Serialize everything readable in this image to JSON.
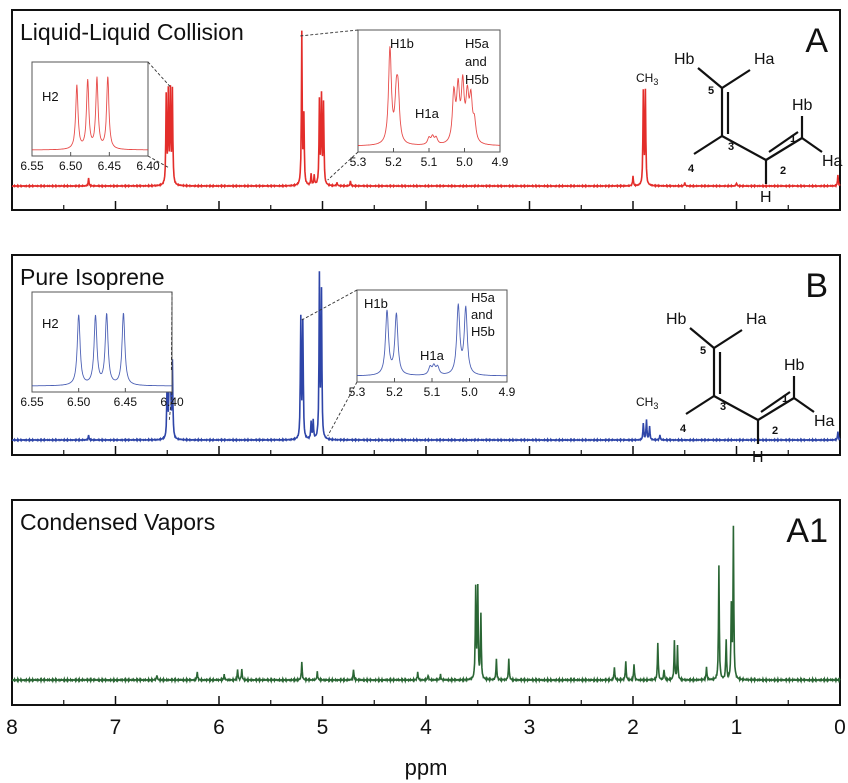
{
  "colors": {
    "A": "#e32d2a",
    "B": "#2e45a8",
    "A1": "#2a6634",
    "axis": "#111111"
  },
  "chart_data": [
    {
      "id": "A",
      "type": "line",
      "title": "Liquid-Liquid Collision",
      "panel_label": "A",
      "xlim": [
        8,
        0
      ],
      "ylim": [
        0,
        1
      ],
      "x_ticks": [
        "8",
        "7",
        "6",
        "5",
        "4",
        "3",
        "2",
        "1",
        "0"
      ],
      "xlabel": "",
      "peaks": [
        {
          "x": 7.26,
          "h": 0.05
        },
        {
          "x": 6.51,
          "h": 0.55
        },
        {
          "x": 6.49,
          "h": 0.56
        },
        {
          "x": 6.47,
          "h": 0.57
        },
        {
          "x": 6.45,
          "h": 0.58
        },
        {
          "x": 5.2,
          "h": 0.95
        },
        {
          "x": 5.18,
          "h": 0.42
        },
        {
          "x": 5.11,
          "h": 0.07
        },
        {
          "x": 5.08,
          "h": 0.06
        },
        {
          "x": 5.03,
          "h": 0.52
        },
        {
          "x": 5.01,
          "h": 0.54
        },
        {
          "x": 4.99,
          "h": 0.5
        },
        {
          "x": 4.73,
          "h": 0.03
        },
        {
          "x": 4.86,
          "h": 0.02
        },
        {
          "x": 2.0,
          "h": 0.06
        },
        {
          "x": 1.9,
          "h": 0.58
        },
        {
          "x": 1.88,
          "h": 0.58
        },
        {
          "x": 1.5,
          "h": 0.02
        },
        {
          "x": 1.0,
          "h": 0.02
        },
        {
          "x": 0.02,
          "h": 0.07
        }
      ],
      "insets": [
        {
          "label": "H2",
          "x_ticks": [
            "6.55",
            "6.50",
            "6.45",
            "6.40"
          ],
          "xlim": [
            6.55,
            6.4
          ],
          "peaks": [
            {
              "x": 6.492,
              "h": 0.8
            },
            {
              "x": 6.478,
              "h": 0.85
            },
            {
              "x": 6.466,
              "h": 0.88
            },
            {
              "x": 6.452,
              "h": 0.9
            }
          ]
        },
        {
          "labels": [
            "H1b",
            "H1a",
            "H5a",
            "and",
            "H5b"
          ],
          "x_ticks": [
            "5.3",
            "5.2",
            "5.1",
            "5.0",
            "4.9"
          ],
          "xlim": [
            5.3,
            4.9
          ],
          "peaks": [
            {
              "x": 5.21,
              "h": 0.88
            },
            {
              "x": 5.192,
              "h": 0.38
            },
            {
              "x": 5.187,
              "h": 0.4
            },
            {
              "x": 5.1,
              "h": 0.06
            },
            {
              "x": 5.09,
              "h": 0.07
            },
            {
              "x": 5.08,
              "h": 0.06
            },
            {
              "x": 5.03,
              "h": 0.45
            },
            {
              "x": 5.018,
              "h": 0.48
            },
            {
              "x": 5.005,
              "h": 0.52
            },
            {
              "x": 4.992,
              "h": 0.4
            },
            {
              "x": 4.982,
              "h": 0.38
            },
            {
              "x": 4.972,
              "h": 0.18
            }
          ]
        }
      ],
      "molecule": {
        "atoms": [
          "Hb",
          "Ha",
          "Hb",
          "Ha",
          "H",
          "1",
          "2",
          "3",
          "4",
          "5"
        ],
        "ch3": "CH3"
      }
    },
    {
      "id": "B",
      "type": "line",
      "title": "Pure Isoprene",
      "panel_label": "B",
      "xlim": [
        8,
        0
      ],
      "ylim": [
        0,
        1
      ],
      "x_ticks": [
        "8",
        "7",
        "6",
        "5",
        "4",
        "3",
        "2",
        "1",
        "0"
      ],
      "xlabel": "",
      "peaks": [
        {
          "x": 7.26,
          "h": 0.03
        },
        {
          "x": 6.5,
          "h": 0.4
        },
        {
          "x": 6.48,
          "h": 0.42
        },
        {
          "x": 6.47,
          "h": 0.42
        },
        {
          "x": 6.45,
          "h": 0.44
        },
        {
          "x": 5.21,
          "h": 0.7
        },
        {
          "x": 5.19,
          "h": 0.68
        },
        {
          "x": 5.11,
          "h": 0.1
        },
        {
          "x": 5.09,
          "h": 0.11
        },
        {
          "x": 5.03,
          "h": 0.95
        },
        {
          "x": 5.01,
          "h": 0.85
        },
        {
          "x": 1.9,
          "h": 0.1
        },
        {
          "x": 1.87,
          "h": 0.12
        },
        {
          "x": 1.84,
          "h": 0.08
        },
        {
          "x": 1.74,
          "h": 0.03
        },
        {
          "x": 0.02,
          "h": 0.05
        }
      ],
      "insets": [
        {
          "label": "H2",
          "x_ticks": [
            "6.55",
            "6.50",
            "6.45",
            "6.40"
          ],
          "xlim": [
            6.55,
            6.4
          ],
          "peaks": [
            {
              "x": 6.5,
              "h": 0.82
            },
            {
              "x": 6.482,
              "h": 0.8
            },
            {
              "x": 6.47,
              "h": 0.82
            },
            {
              "x": 6.452,
              "h": 0.84
            }
          ]
        },
        {
          "labels": [
            "H1b",
            "H1a",
            "H5a",
            "and",
            "H5b"
          ],
          "x_ticks": [
            "5.3",
            "5.2",
            "5.1",
            "5.0",
            "4.9"
          ],
          "xlim": [
            5.3,
            4.9
          ],
          "peaks": [
            {
              "x": 5.22,
              "h": 0.82
            },
            {
              "x": 5.195,
              "h": 0.78
            },
            {
              "x": 5.105,
              "h": 0.1
            },
            {
              "x": 5.095,
              "h": 0.11
            },
            {
              "x": 5.085,
              "h": 0.1
            },
            {
              "x": 5.03,
              "h": 0.88
            },
            {
              "x": 5.01,
              "h": 0.85
            }
          ]
        }
      ],
      "molecule": {
        "atoms": [
          "Hb",
          "Ha",
          "Hb",
          "Ha",
          "H",
          "1",
          "2",
          "3",
          "4",
          "5"
        ],
        "ch3": "CH3"
      }
    },
    {
      "id": "A1",
      "type": "line",
      "title": "Condensed Vapors",
      "panel_label": "A1",
      "xlim": [
        8,
        0
      ],
      "ylim": [
        0,
        1
      ],
      "x_ticks": [
        "8",
        "7",
        "6",
        "5",
        "4",
        "3",
        "2",
        "1",
        "0"
      ],
      "xlabel": "ppm",
      "peaks": [
        {
          "x": 6.6,
          "h": 0.02
        },
        {
          "x": 6.21,
          "h": 0.03
        },
        {
          "x": 5.95,
          "h": 0.02
        },
        {
          "x": 5.82,
          "h": 0.04
        },
        {
          "x": 5.78,
          "h": 0.04
        },
        {
          "x": 5.2,
          "h": 0.07
        },
        {
          "x": 5.05,
          "h": 0.03
        },
        {
          "x": 4.7,
          "h": 0.04
        },
        {
          "x": 4.08,
          "h": 0.03
        },
        {
          "x": 3.98,
          "h": 0.02
        },
        {
          "x": 3.86,
          "h": 0.02
        },
        {
          "x": 3.52,
          "h": 0.35
        },
        {
          "x": 3.5,
          "h": 0.35
        },
        {
          "x": 3.47,
          "h": 0.25
        },
        {
          "x": 3.32,
          "h": 0.08
        },
        {
          "x": 3.2,
          "h": 0.08
        },
        {
          "x": 2.18,
          "h": 0.05
        },
        {
          "x": 2.07,
          "h": 0.07
        },
        {
          "x": 1.99,
          "h": 0.06
        },
        {
          "x": 1.76,
          "h": 0.14
        },
        {
          "x": 1.7,
          "h": 0.04
        },
        {
          "x": 1.6,
          "h": 0.15
        },
        {
          "x": 1.57,
          "h": 0.13
        },
        {
          "x": 1.29,
          "h": 0.05
        },
        {
          "x": 1.17,
          "h": 0.44
        },
        {
          "x": 1.1,
          "h": 0.15
        },
        {
          "x": 1.05,
          "h": 0.27
        },
        {
          "x": 1.03,
          "h": 0.58
        }
      ]
    }
  ]
}
